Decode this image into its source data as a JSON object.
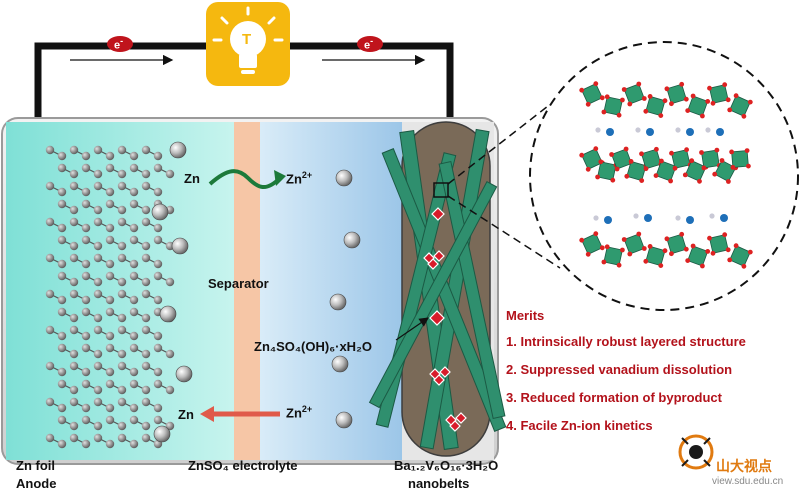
{
  "electron_label": "e",
  "electron_sign": "-",
  "bulb_letter": "T",
  "reaction_top": {
    "left": "Zn",
    "right": "Zn",
    "right_sup": "2+"
  },
  "reaction_bottom": {
    "left": "Zn",
    "right": "Zn",
    "right_sup": "2+"
  },
  "separator_label": "Separator",
  "byproduct_label": "Zn₄SO₄(OH)₆·xH₂O",
  "anode": {
    "line1": "Zn foil",
    "line2": "Anode"
  },
  "electrolyte_label": "ZnSO₄ electrolyte",
  "cathode": {
    "line1": "Ba₁.₂V₆O₁₆·3H₂O",
    "line2": "nanobelts"
  },
  "merits": {
    "title": "Merits",
    "items": [
      "1. Intrinsically robust layered structure",
      "2. Suppressed vanadium dissolution",
      "3. Reduced formation of byproduct",
      "4. Facile Zn-ion kinetics"
    ]
  },
  "watermark": {
    "name": "山大视点",
    "url": "view.sdu.edu.cn"
  },
  "colors": {
    "circuit": "#111111",
    "electron": "#c0141c",
    "bulb_bg": "#f5b80f",
    "anode_bg": "#8ee4dc",
    "separator": "#f6c6a6",
    "electrolyte": "#b6d6f0",
    "nanobelt": "#2f8f6e",
    "byproduct": "#d81b2a",
    "merit_text": "#b3121b"
  }
}
